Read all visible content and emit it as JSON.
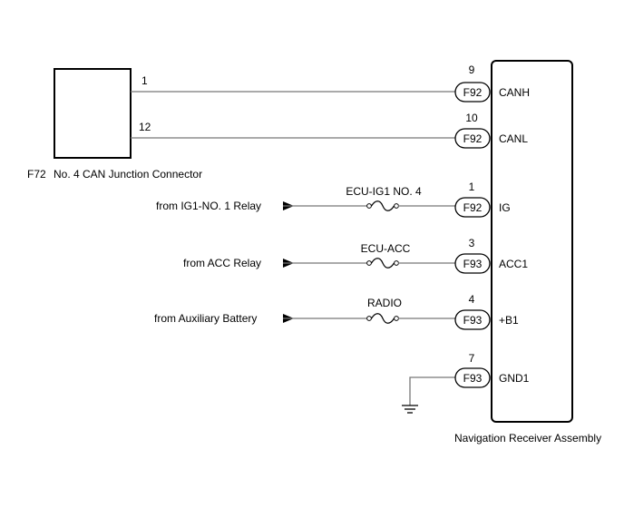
{
  "junction_connector": {
    "code": "F72",
    "name": "No. 4 CAN Junction Connector",
    "pins": [
      "1",
      "12"
    ]
  },
  "receiver": {
    "name": "Navigation Receiver Assembly"
  },
  "circuits": [
    {
      "pin": "9",
      "connector": "F92",
      "terminal": "CANH",
      "source": "",
      "fuse": ""
    },
    {
      "pin": "10",
      "connector": "F92",
      "terminal": "CANL",
      "source": "",
      "fuse": ""
    },
    {
      "pin": "1",
      "connector": "F92",
      "terminal": "IG",
      "source": "from IG1-NO. 1 Relay",
      "fuse": "ECU-IG1 NO. 4"
    },
    {
      "pin": "3",
      "connector": "F93",
      "terminal": "ACC1",
      "source": "from ACC Relay",
      "fuse": "ECU-ACC"
    },
    {
      "pin": "4",
      "connector": "F93",
      "terminal": "+B1",
      "source": "from Auxiliary Battery",
      "fuse": "RADIO"
    },
    {
      "pin": "7",
      "connector": "F93",
      "terminal": "GND1",
      "source": "",
      "fuse": ""
    }
  ]
}
